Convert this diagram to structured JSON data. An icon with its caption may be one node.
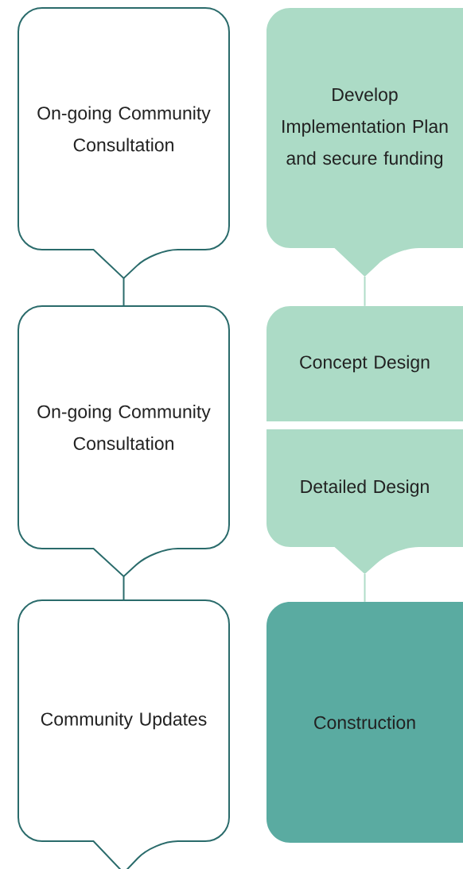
{
  "diagram": {
    "nodes": [
      {
        "text": [
          "On-going Community Consultation"
        ]
      },
      {
        "text": [
          "Develop Implementation Plan and secure funding"
        ]
      },
      {
        "text": [
          "On-going Community Consultation"
        ]
      },
      {
        "text": [
          "Concept Design"
        ]
      },
      {
        "text": [
          "Detailed Design"
        ]
      },
      {
        "text": [
          "Community Updates"
        ]
      },
      {
        "text": [
          "Construction"
        ]
      }
    ],
    "edges": [
      {
        "from": 0,
        "to": 2,
        "arrow": "none"
      },
      {
        "from": 2,
        "to": 5,
        "arrow": "none"
      },
      {
        "from": 1,
        "to": 3,
        "arrow": "none",
        "color": "#b0dcc8"
      },
      {
        "from": 4,
        "to": 6,
        "arrow": "none",
        "color": "#b0dcc8"
      }
    ]
  }
}
